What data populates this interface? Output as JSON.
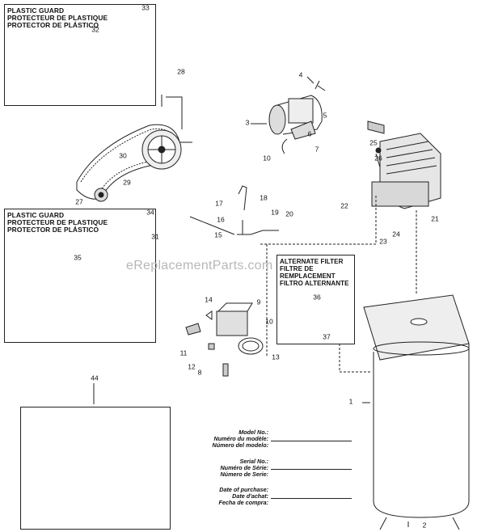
{
  "guard_top": {
    "lines": [
      "PLASTIC GUARD",
      "PROTECTEUR DE PLASTIQUE",
      "PROTECTOR DE PLÁSTICO"
    ]
  },
  "guard_mid": {
    "lines": [
      "PLASTIC GUARD",
      "PROTECTEUR DE PLASTIQUE",
      "PROTECTOR DE PLÁSTICO"
    ]
  },
  "alt_filter": {
    "lines": [
      "ALTERNATE FILTER",
      "FILTRE DE",
      "REMPLACEMENT",
      "FILTRO ALTERNANTE"
    ]
  },
  "watermark": "eReplacementParts.com",
  "labels": {
    "l1": "1",
    "l2": "2",
    "l3": "3",
    "l4": "4",
    "l5": "5",
    "l6": "6",
    "l7": "7",
    "l8": "8",
    "l9": "9",
    "l10": "10",
    "l11": "11",
    "l12": "12",
    "l13": "13",
    "l14": "14",
    "l15": "15",
    "l16": "16",
    "l17": "17",
    "l18": "18",
    "l19": "19",
    "l20": "20",
    "l21": "21",
    "l22": "22",
    "l23": "23",
    "l24": "24",
    "l25": "25",
    "l26": "26",
    "l27": "27",
    "l28": "28",
    "l29": "29",
    "l30": "30",
    "l31": "31",
    "l32": "32",
    "l33": "33",
    "l34": "34",
    "l35": "35",
    "l36": "36",
    "l37": "37",
    "l38": "10",
    "l44": "44"
  },
  "form": {
    "model": [
      "Model No.:",
      "Numéro du modèle:",
      "Número del modelo:"
    ],
    "serial": [
      "Serial No.:",
      "Numéro de Série:",
      "Número de Serie:"
    ],
    "date": [
      "Date of purchase:",
      "Date d'achat:",
      "Fecha de compra:"
    ]
  }
}
